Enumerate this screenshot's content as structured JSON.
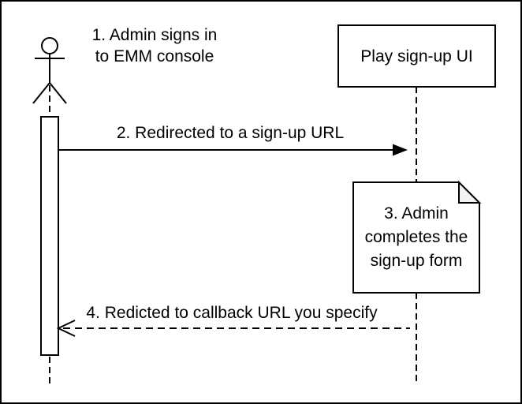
{
  "colors": {
    "stroke": "#000000",
    "shape_fill": "#ffffff",
    "note_fold_fill": "#f2f2f2"
  },
  "actor": {
    "label_lines": [
      "1. Admin signs in",
      "to EMM console"
    ]
  },
  "participants": [
    {
      "label": "Play sign-up UI"
    }
  ],
  "messages": [
    {
      "label": "2. Redirected to a sign-up URL",
      "line_style": "solid",
      "arrowhead": "filled",
      "direction": "right"
    },
    {
      "label": "4. Redicted to callback URL you specify",
      "line_style": "dashed",
      "arrowhead": "open",
      "direction": "left"
    }
  ],
  "note": {
    "label_lines": [
      "3. Admin",
      "completes the",
      "sign-up form"
    ]
  }
}
